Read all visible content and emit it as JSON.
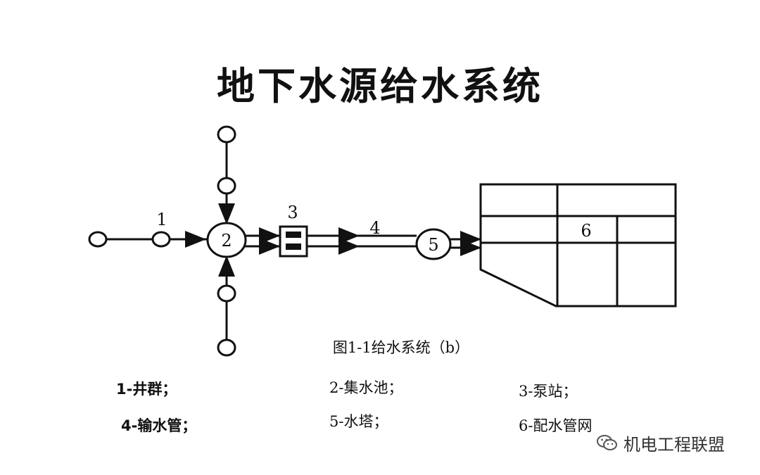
{
  "title": "地下水源给水系统",
  "labels": {
    "n1": "1",
    "n2": "2",
    "n3": "3",
    "n4": "4",
    "n5": "5",
    "n6": "6"
  },
  "caption": "图1-1给水系统（b）",
  "legend": {
    "item1": "1-井群；",
    "item2": "2-集水池；",
    "item3": "3-泵站；",
    "item4": "4-输水管；",
    "item5": "5-水塔；",
    "item6": "6-配水管网"
  },
  "watermark": {
    "text": "机电工程联盟",
    "icon": "wechat-icon"
  },
  "colors": {
    "ink": "#111111",
    "background": "#ffffff"
  }
}
